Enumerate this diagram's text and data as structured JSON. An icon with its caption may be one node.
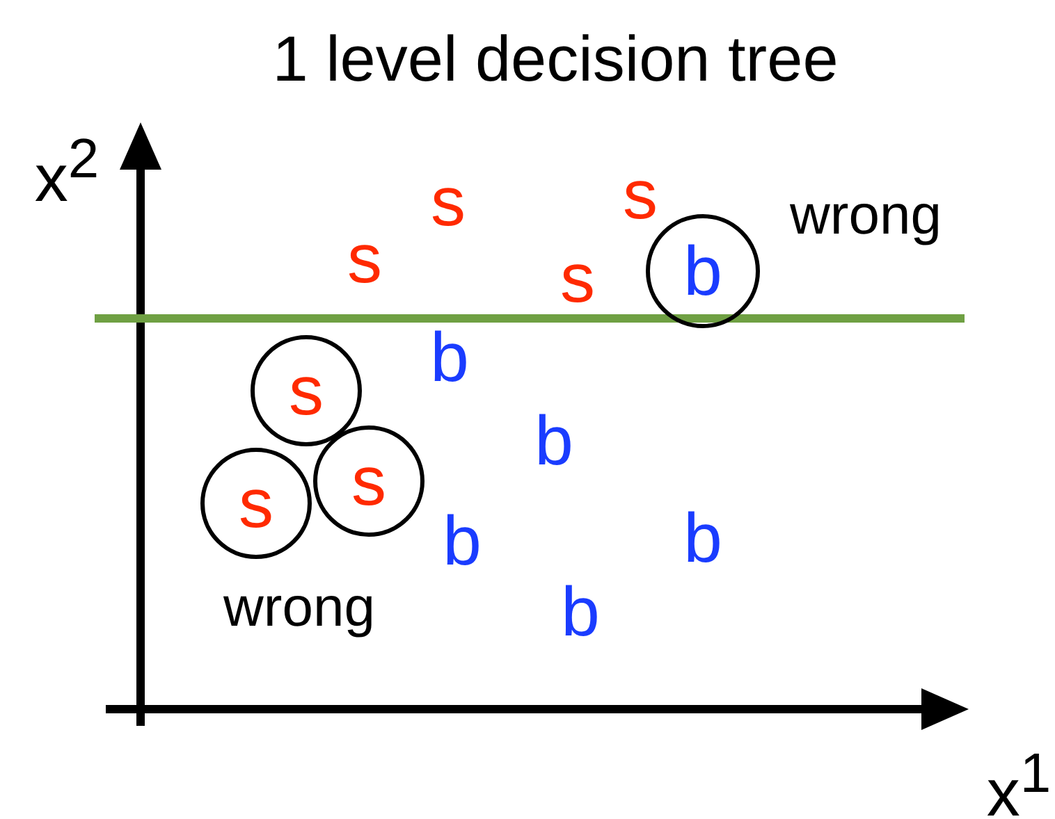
{
  "diagram": {
    "title": "1 level decision tree",
    "nodes": [
      {
        "text": [
          "b"
        ]
      },
      {
        "text": [
          "s"
        ]
      },
      {
        "text": [
          "s"
        ]
      },
      {
        "text": [
          "s"
        ]
      }
    ],
    "labels": [
      "x$^{2}$",
      "s",
      "s",
      "wrong",
      "s",
      "s",
      "b",
      "b",
      "b",
      "b",
      "wrong",
      "b",
      "x$^{1}$"
    ]
  }
}
